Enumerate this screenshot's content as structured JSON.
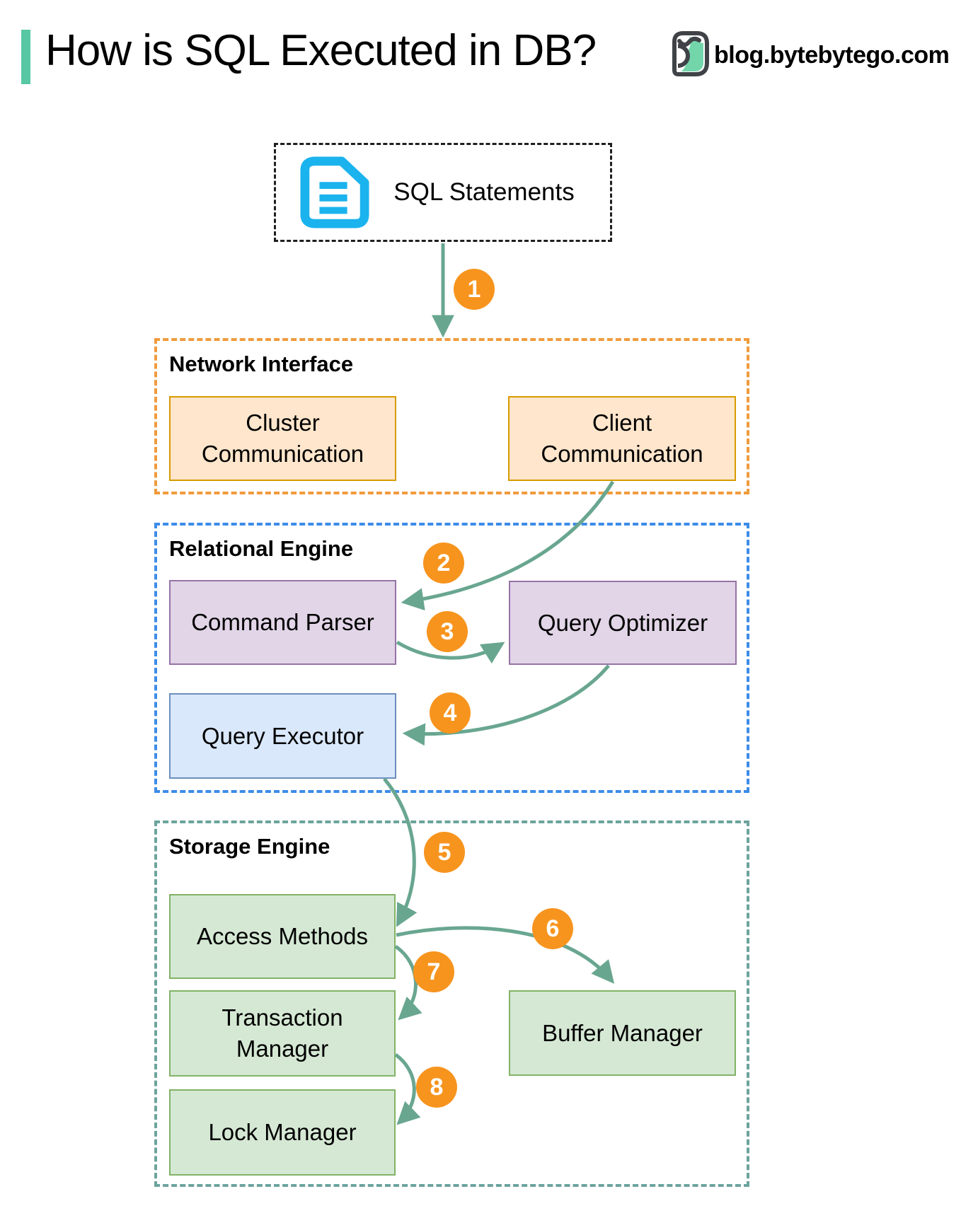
{
  "header": {
    "title": "How is SQL Executed in DB?",
    "site_label": "blog.bytebytego.com",
    "logo_icon": "bytebytego-owl-logo"
  },
  "diagram": {
    "source": {
      "label": "SQL Statements",
      "icon": "document-icon"
    },
    "sections": [
      {
        "id": "network-interface",
        "label": "Network Interface",
        "border_color": "#F09B3D"
      },
      {
        "id": "relational-engine",
        "label": "Relational Engine",
        "border_color": "#3D8BE8"
      },
      {
        "id": "storage-engine",
        "label": "Storage Engine",
        "border_color": "#6CA49C"
      }
    ],
    "nodes": [
      {
        "id": "cluster-communication",
        "label": "Cluster Communication",
        "section": "network-interface",
        "fill": "#FFE6CC",
        "border": "#D79B00"
      },
      {
        "id": "client-communication",
        "label": "Client Communication",
        "section": "network-interface",
        "fill": "#FFE6CC",
        "border": "#D79B00"
      },
      {
        "id": "command-parser",
        "label": "Command Parser",
        "section": "relational-engine",
        "fill": "#E1D5E7",
        "border": "#9673A6"
      },
      {
        "id": "query-optimizer",
        "label": "Query Optimizer",
        "section": "relational-engine",
        "fill": "#E1D5E7",
        "border": "#9673A6"
      },
      {
        "id": "query-executor",
        "label": "Query Executor",
        "section": "relational-engine",
        "fill": "#DAE8FC",
        "border": "#6C8EBF"
      },
      {
        "id": "access-methods",
        "label": "Access Methods",
        "section": "storage-engine",
        "fill": "#D5E8D4",
        "border": "#82B366"
      },
      {
        "id": "transaction-manager",
        "label": "Transaction Manager",
        "section": "storage-engine",
        "fill": "#D5E8D4",
        "border": "#82B366"
      },
      {
        "id": "buffer-manager",
        "label": "Buffer Manager",
        "section": "storage-engine",
        "fill": "#D5E8D4",
        "border": "#82B366"
      },
      {
        "id": "lock-manager",
        "label": "Lock Manager",
        "section": "storage-engine",
        "fill": "#D5E8D4",
        "border": "#82B366"
      }
    ],
    "steps": [
      "1",
      "2",
      "3",
      "4",
      "5",
      "6",
      "7",
      "8"
    ],
    "flows": [
      {
        "step": "1",
        "from": "SQL Statements",
        "to": "Network Interface"
      },
      {
        "step": "2",
        "from": "Client Communication",
        "to": "Command Parser"
      },
      {
        "step": "3",
        "from": "Command Parser",
        "to": "Query Optimizer"
      },
      {
        "step": "4",
        "from": "Query Optimizer",
        "to": "Query Executor"
      },
      {
        "step": "5",
        "from": "Query Executor",
        "to": "Access Methods"
      },
      {
        "step": "6",
        "from": "Access Methods",
        "to": "Buffer Manager"
      },
      {
        "step": "7",
        "from": "Access Methods",
        "to": "Transaction Manager"
      },
      {
        "step": "8",
        "from": "Transaction Manager",
        "to": "Lock Manager"
      }
    ],
    "colors": {
      "arrow": "#69A690",
      "step_badge": "#F7941E",
      "accent_bar": "#57C7A4",
      "document_icon": "#1BB3EE",
      "logo_outline": "#3F4347",
      "logo_green": "#72D6AA"
    }
  }
}
